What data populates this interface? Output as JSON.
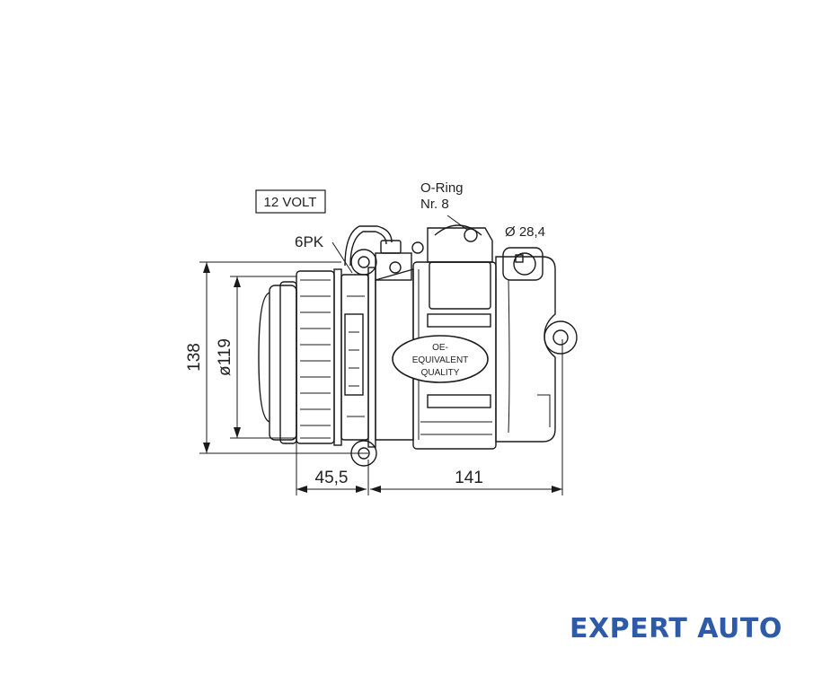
{
  "labels": {
    "voltage": "12 VOLT",
    "belt": "6PK",
    "oring_line1": "O-Ring",
    "oring_line2": "Nr. 8",
    "port_diameter": "Ø 28,4",
    "oe_line1": "OE-",
    "oe_line2": "EQUIVALENT",
    "oe_line3": "QUALITY"
  },
  "dimensions": {
    "height": "138",
    "pulley_diameter": "ø119",
    "pulley_offset": "45,5",
    "body_length": "141"
  },
  "watermark": "EXPERT AUTO"
}
